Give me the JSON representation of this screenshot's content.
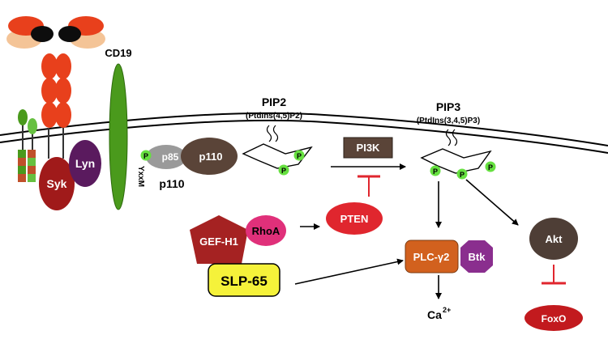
{
  "labels": {
    "cd19": "CD19",
    "yxxm": "YxxM",
    "syk": "Syk",
    "lyn": "Lyn",
    "p85": "p85",
    "p110_node": "p110",
    "p110_under": "p110",
    "p_letter": "P",
    "pip2": "PIP2",
    "pip2_sub": "(PtdIns(4,5)P2)",
    "pip3": "PIP3",
    "pip3_sub": "(PtdIns(3,4,5)P3)",
    "pi3k": "PI3K",
    "pten": "PTEN",
    "gef_h1": "GEF-H1",
    "rhoa": "RhoA",
    "slp65": "SLP-65",
    "plcg2": "PLC-γ2",
    "btk": "Btk",
    "ca": "Ca",
    "ca_sup": "2+",
    "akt": "Akt",
    "foxo": "FoxO"
  },
  "colors": {
    "membrane": "#000000",
    "antibody_red": "#e8401c",
    "antibody_black": "#0d0d0d",
    "antibody_peach": "#f4c497",
    "cd19_green": "#4a9a1c",
    "syk_red": "#a01a1a",
    "lyn_purple": "#5a1a5e",
    "p110_brown": "#5a4438",
    "p85_gray": "#9a9a9a",
    "phospho_green": "#66e040",
    "pi3k_box": "#5a4438",
    "pten_red": "#e0262e",
    "gef_red": "#a52222",
    "rhoa_pink": "#e0307a",
    "slp65_yellow": "#f5f23a",
    "plc_orange": "#d2611e",
    "btk_purple": "#8a2e8e",
    "akt_brown": "#4e3e36",
    "foxo_red": "#c21a1e",
    "inhibit_red": "#e0262e"
  }
}
